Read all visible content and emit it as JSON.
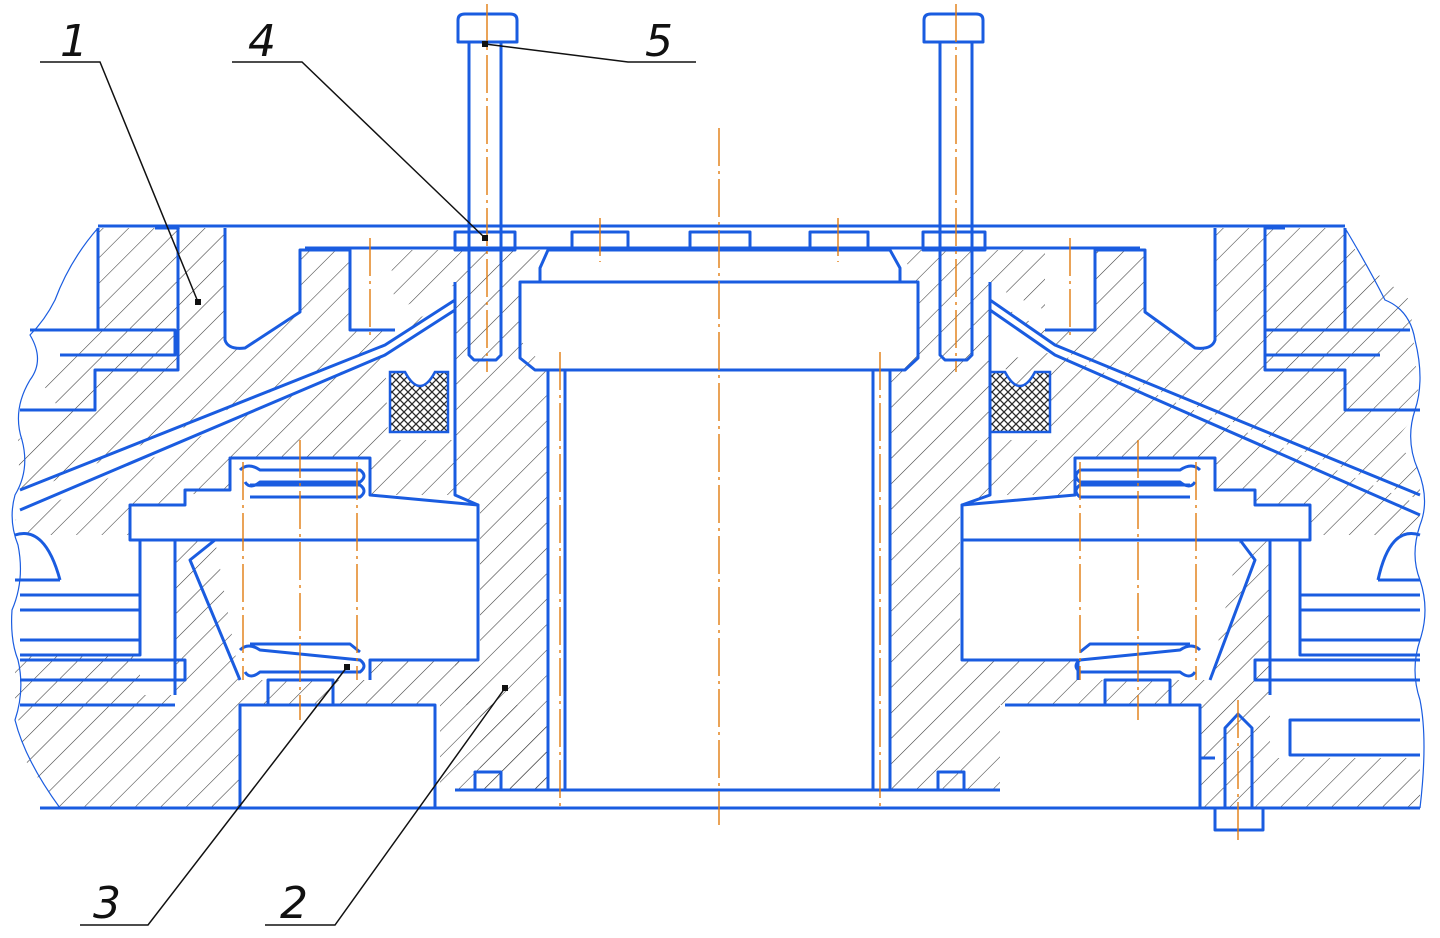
{
  "drawing": {
    "type": "mechanical-section",
    "colors": {
      "outline": "#1a5ce0",
      "hatch": "#3c3c3c",
      "axis": "#e07c10",
      "leader": "#111111",
      "background": "#ffffff",
      "seal_fill": "#3a3a3a"
    },
    "callouts": [
      {
        "id": "callout-1",
        "label": "1"
      },
      {
        "id": "callout-2",
        "label": "2"
      },
      {
        "id": "callout-3",
        "label": "3"
      },
      {
        "id": "callout-4",
        "label": "4"
      },
      {
        "id": "callout-5",
        "label": "5"
      }
    ]
  }
}
